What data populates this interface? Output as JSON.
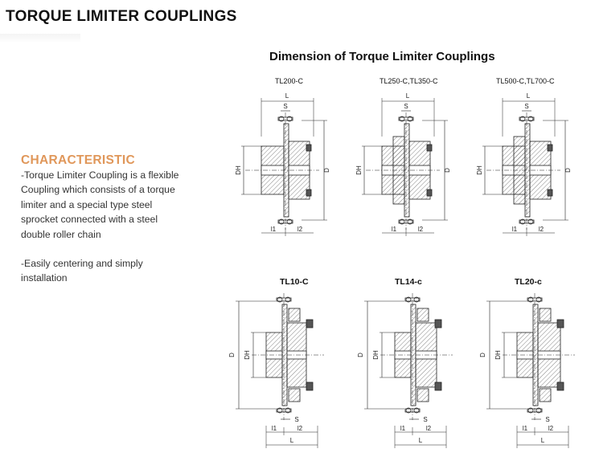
{
  "header": {
    "title": "TORQUE LIMITER COUPLINGS"
  },
  "figure_title": "Dimension of Torque Limiter Couplings",
  "characteristic": {
    "heading": "CHARACTERISTIC",
    "lines": [
      "-Torque Limiter Coupling is a flexible",
      "Coupling which consists of a torque",
      "limiter and a special type steel",
      "sprocket connected with a steel",
      "double roller chain",
      "-Easily centering and simply",
      "installation"
    ]
  },
  "drawings": {
    "top": [
      {
        "model": "TL200-C"
      },
      {
        "model": "TL250-C,TL350-C"
      },
      {
        "model": "TL500-C,TL700-C"
      }
    ],
    "bottom": [
      {
        "model": "TL10-C"
      },
      {
        "model": "TL14-c"
      },
      {
        "model": "TL20-c"
      }
    ]
  },
  "dims": {
    "L": "L",
    "S": "S",
    "D": "D",
    "DH": "DH",
    "l1": "l1",
    "l2": "l2"
  }
}
